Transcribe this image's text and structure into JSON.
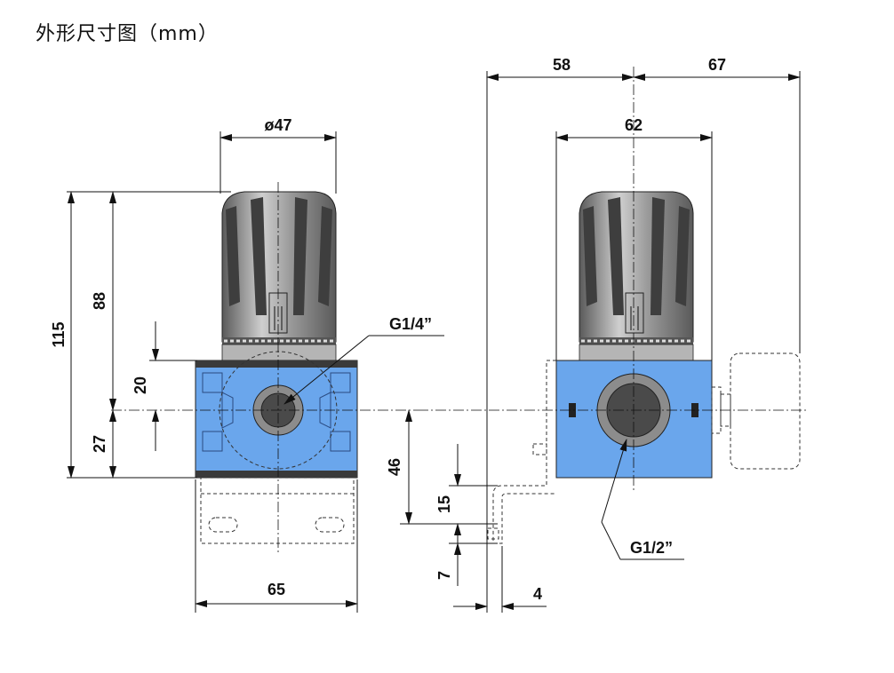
{
  "title": "外形尺寸图（mm）",
  "colors": {
    "body_blue": "#6aa6ec",
    "knob_dark": "#4a4a4a",
    "knob_light": "#a8a8a8",
    "dimension_line": "#111111"
  },
  "dimensions": {
    "knob_diameter": "ø47",
    "total_height": "115",
    "knob_height": "88",
    "body_upper": "20",
    "body_lower": "27",
    "bracket_width": "65",
    "offset_left": "58",
    "offset_right": "67",
    "body_width_side": "62",
    "bracket_drop": "46",
    "bracket_slot": "15",
    "bracket_tab": "7",
    "bracket_thickness": "4"
  },
  "ports": {
    "gauge_port": "G1/4”",
    "main_port": "G1/2”"
  },
  "icons": {
    "knob": "pressure-adjust-knob-icon",
    "gauge": "pressure-gauge-outline-icon"
  }
}
